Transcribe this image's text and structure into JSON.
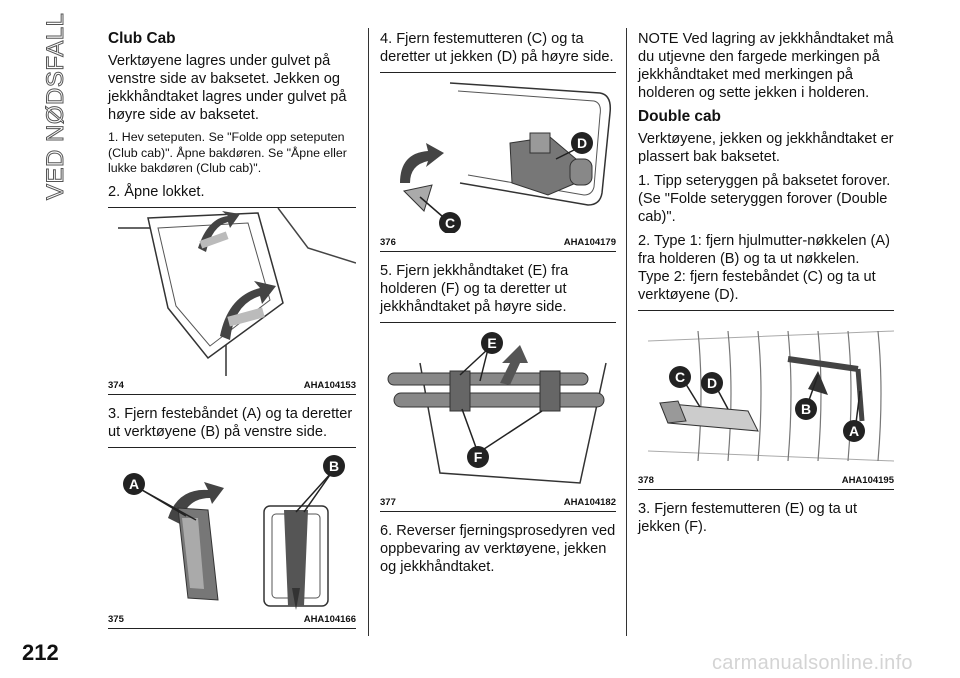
{
  "side_title": "VED NØDSFALL",
  "page_number": "212",
  "watermark": "carmanualsonline.info",
  "col1": {
    "heading": "Club Cab",
    "p1": "Verktøyene lagres under gulvet på venstre side av baksetet. Jekken og jekkhåndtaket lagres under gulvet på høyre side av baksetet.",
    "p2": "1. Hev seteputen. Se \"Folde opp seteputen (Club cab)\". Åpne bakdøren. Se \"Åpne eller lukke bakdøren (Club cab)\".",
    "p3": "2. Åpne lokket.",
    "fig1": {
      "num": "374",
      "code": "AHA104153"
    },
    "p4": "3. Fjern festebåndet (A) og ta deretter ut verktøyene (B) på venstre side.",
    "fig2": {
      "num": "375",
      "code": "AHA104166",
      "labels": [
        "A",
        "B"
      ]
    }
  },
  "col2": {
    "p1": "4. Fjern festemutteren (C) og ta deretter ut jekken (D) på høyre side.",
    "fig1": {
      "num": "376",
      "code": "AHA104179",
      "labels": [
        "C",
        "D"
      ]
    },
    "p2": "5. Fjern jekkhåndtaket (E) fra holderen (F) og ta deretter ut jekkhåndtaket på høyre side.",
    "fig2": {
      "num": "377",
      "code": "AHA104182",
      "labels": [
        "E",
        "F"
      ]
    },
    "p3": "6. Reverser fjerningsprosedyren ved oppbevaring av verktøyene, jekken og jekkhåndtaket."
  },
  "col3": {
    "p1": "NOTE  Ved lagring av jekkhåndtaket må du utjevne den fargede merkingen på jekkhåndtaket med merkingen på holderen og sette jekken i holderen.",
    "heading": "Double cab",
    "p2": "Verktøyene, jekken og jekkhåndtaket er plassert bak baksetet.",
    "p3": "1. Tipp seteryggen på baksetet forover. (Se \"Folde seteryggen forover (Double cab)\".",
    "p4": "2. Type 1: fjern hjulmutter-nøkkelen (A) fra holderen (B) og ta ut nøkkelen. Type 2: fjern festebåndet (C) og ta ut verktøyene (D).",
    "fig1": {
      "num": "378",
      "code": "AHA104195",
      "labels": [
        "C",
        "D",
        "B",
        "A"
      ]
    },
    "p5": "3. Fjern festemutteren (E) og ta ut jekken (F)."
  }
}
